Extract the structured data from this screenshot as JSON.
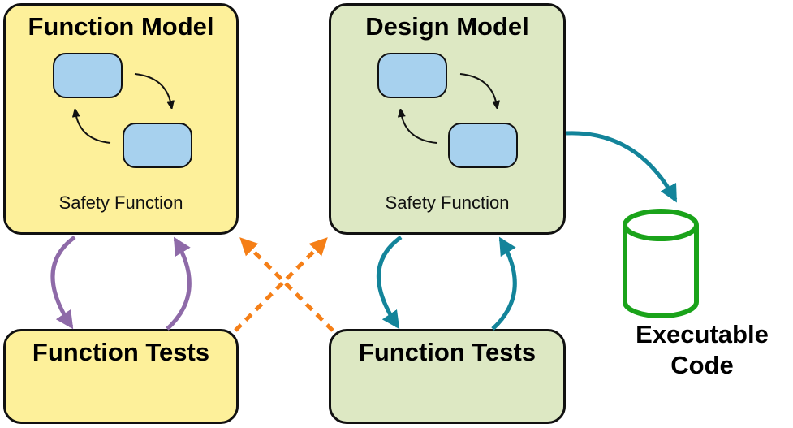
{
  "diagram": {
    "function_model": {
      "title": "Function Model",
      "subtitle": "Safety Function"
    },
    "design_model": {
      "title": "Design Model",
      "subtitle": "Safety Function"
    },
    "function_tests_left": {
      "title": "Function Tests"
    },
    "function_tests_right": {
      "title": "Function Tests"
    },
    "executable_code": {
      "line1": "Executable",
      "line2": "Code"
    },
    "colors": {
      "yellow_fill": "#fdf09a",
      "green_fill": "#dde8c3",
      "state_fill": "#a7d1ee",
      "purple_arrow": "#8e6aa8",
      "teal_arrow": "#13849a",
      "orange_dashed": "#f57f17",
      "cylinder_green": "#1aa31a"
    }
  }
}
